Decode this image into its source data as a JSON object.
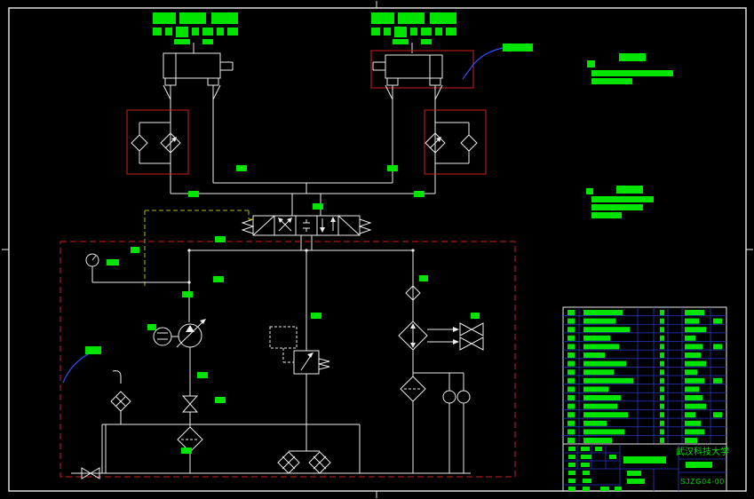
{
  "colors": {
    "background": "#000000",
    "line": "#ececec",
    "green": "#00e400",
    "red": "#cf1f1f",
    "blue": "#2b50ff",
    "grid": "#2736c8",
    "dash": "#b9b900"
  },
  "texts": {
    "university": "武汉科技大学",
    "drawing_number": "SJZG04-00"
  },
  "blocks": {
    "cluster_left": [
      [
        172,
        14,
        26,
        13
      ],
      [
        202,
        14,
        30,
        13
      ],
      [
        238,
        14,
        30,
        13
      ],
      [
        172,
        31,
        10,
        9
      ],
      [
        186,
        31,
        8,
        9
      ],
      [
        198,
        30,
        14,
        12
      ],
      [
        216,
        31,
        8,
        9
      ],
      [
        228,
        31,
        12,
        9
      ],
      [
        244,
        31,
        8,
        9
      ],
      [
        256,
        31,
        12,
        9
      ],
      [
        196,
        44,
        18,
        6
      ],
      [
        228,
        44,
        12,
        6
      ]
    ],
    "cluster_right": [
      [
        418,
        14,
        26,
        13
      ],
      [
        448,
        14,
        30,
        13
      ],
      [
        484,
        14,
        30,
        13
      ],
      [
        418,
        31,
        10,
        9
      ],
      [
        432,
        31,
        8,
        9
      ],
      [
        444,
        30,
        14,
        12
      ],
      [
        462,
        31,
        8,
        9
      ],
      [
        474,
        31,
        12,
        9
      ],
      [
        490,
        31,
        8,
        9
      ],
      [
        502,
        31,
        12,
        9
      ],
      [
        442,
        44,
        18,
        6
      ],
      [
        474,
        44,
        12,
        6
      ]
    ],
    "notes_top": [
      [
        697,
        60,
        30,
        9
      ],
      [
        661,
        68,
        9,
        8
      ],
      [
        666,
        79,
        92,
        7
      ],
      [
        666,
        88,
        46,
        7
      ]
    ],
    "notes_mid": [
      [
        694,
        209,
        30,
        9
      ],
      [
        660,
        212,
        8,
        7
      ],
      [
        666,
        221,
        70,
        7
      ],
      [
        666,
        230,
        58,
        7
      ],
      [
        666,
        239,
        34,
        7
      ]
    ],
    "callouts": [
      [
        566,
        49,
        34,
        9
      ],
      [
        96,
        390,
        18,
        9
      ]
    ],
    "part_labels": [
      [
        266,
        186,
        12,
        7
      ],
      [
        436,
        186,
        12,
        7
      ],
      [
        212,
        215,
        12,
        7
      ],
      [
        466,
        215,
        12,
        7
      ],
      [
        120,
        292,
        14,
        7
      ],
      [
        147,
        278,
        10,
        7
      ],
      [
        242,
        266,
        12,
        7
      ],
      [
        240,
        311,
        12,
        7
      ],
      [
        205,
        328,
        12,
        7
      ],
      [
        350,
        352,
        12,
        7
      ],
      [
        166,
        365,
        10,
        7
      ],
      [
        222,
        419,
        12,
        7
      ],
      [
        242,
        447,
        12,
        7
      ],
      [
        204,
        504,
        12,
        7
      ],
      [
        352,
        229,
        12,
        7
      ],
      [
        472,
        310,
        10,
        7
      ],
      [
        530,
        352,
        10,
        7
      ]
    ],
    "title_bars": [
      [
        640,
        503,
        8,
        5
      ],
      [
        654,
        503,
        10,
        5
      ],
      [
        670,
        503,
        8,
        5
      ],
      [
        640,
        512,
        8,
        5
      ],
      [
        654,
        512,
        12,
        5
      ],
      [
        686,
        512,
        8,
        5
      ],
      [
        640,
        521,
        8,
        5
      ],
      [
        654,
        521,
        10,
        5
      ],
      [
        640,
        530,
        8,
        5
      ],
      [
        656,
        530,
        8,
        5
      ],
      [
        706,
        530,
        16,
        6
      ],
      [
        640,
        539,
        8,
        5
      ],
      [
        656,
        539,
        10,
        5
      ],
      [
        706,
        539,
        20,
        6
      ],
      [
        640,
        548,
        8,
        5
      ],
      [
        656,
        548,
        8,
        5
      ],
      [
        676,
        548,
        10,
        5
      ],
      [
        692,
        548,
        8,
        5
      ],
      [
        702,
        514,
        48,
        8
      ],
      [
        772,
        520,
        30,
        7
      ]
    ]
  },
  "bom": {
    "rows": [
      {
        "name_w": 44,
        "mat_w": 22,
        "remark": false
      },
      {
        "name_w": 36,
        "mat_w": 16,
        "remark": true
      },
      {
        "name_w": 52,
        "mat_w": 24,
        "remark": false
      },
      {
        "name_w": 30,
        "mat_w": 12,
        "remark": false
      },
      {
        "name_w": 40,
        "mat_w": 20,
        "remark": true
      },
      {
        "name_w": 24,
        "mat_w": 18,
        "remark": false
      },
      {
        "name_w": 48,
        "mat_w": 24,
        "remark": false
      },
      {
        "name_w": 34,
        "mat_w": 14,
        "remark": false
      },
      {
        "name_w": 56,
        "mat_w": 22,
        "remark": true
      },
      {
        "name_w": 28,
        "mat_w": 16,
        "remark": false
      },
      {
        "name_w": 42,
        "mat_w": 20,
        "remark": false
      },
      {
        "name_w": 38,
        "mat_w": 24,
        "remark": false
      },
      {
        "name_w": 50,
        "mat_w": 12,
        "remark": true
      },
      {
        "name_w": 26,
        "mat_w": 18,
        "remark": false
      },
      {
        "name_w": 46,
        "mat_w": 22,
        "remark": false
      },
      {
        "name_w": 32,
        "mat_w": 14,
        "remark": false
      }
    ]
  }
}
